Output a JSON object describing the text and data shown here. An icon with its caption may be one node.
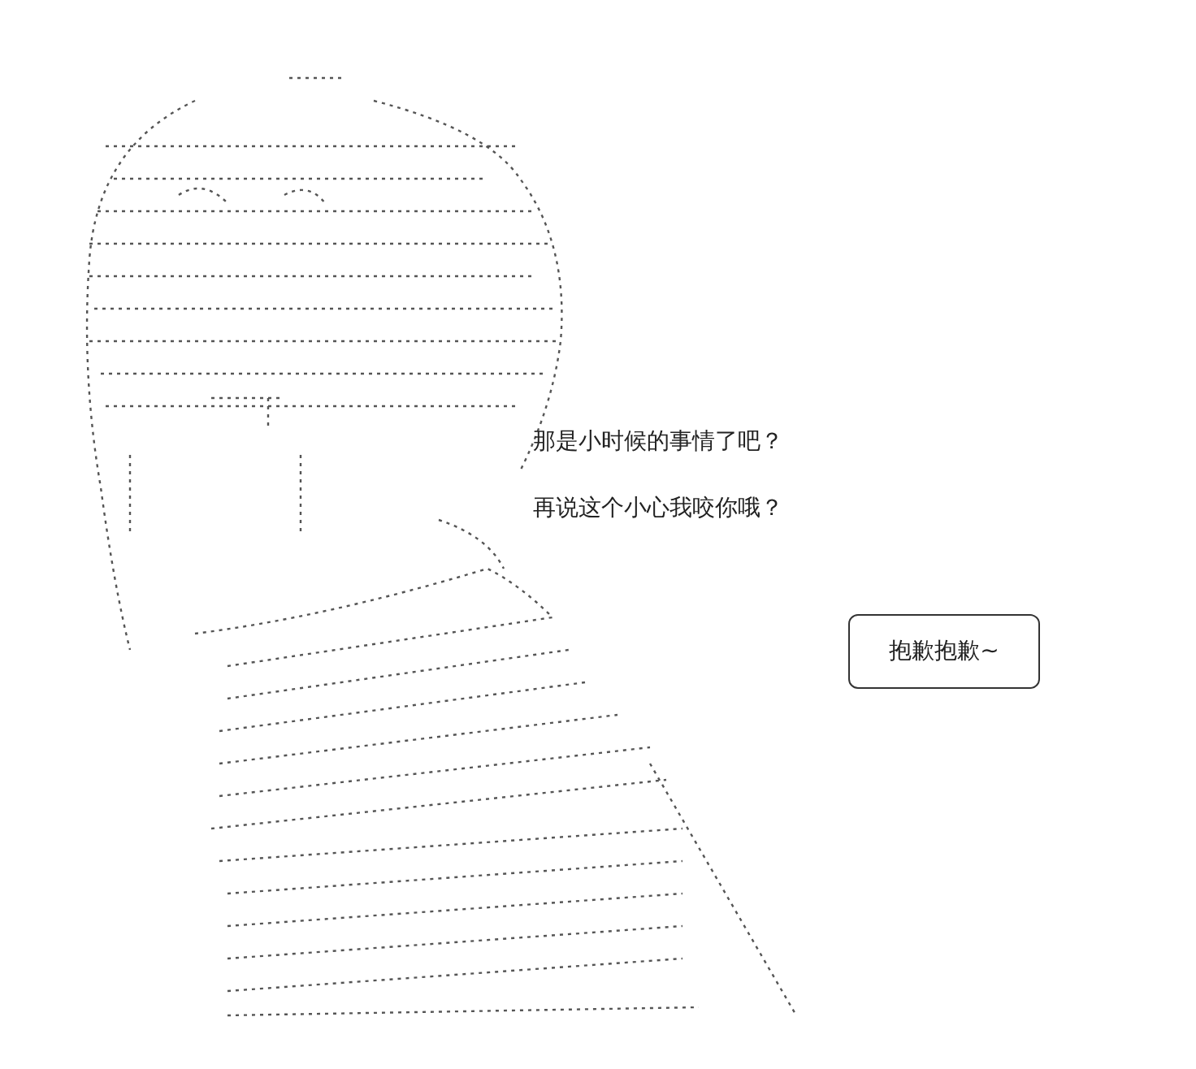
{
  "diagram": {
    "nodes": [
      {
        "text": [
          "抱歉抱歉~"
        ]
      }
    ],
    "edges": [],
    "labels": [
      "那是小时候的事情了吧？",
      "再说这个小心我咬你哦？"
    ]
  }
}
